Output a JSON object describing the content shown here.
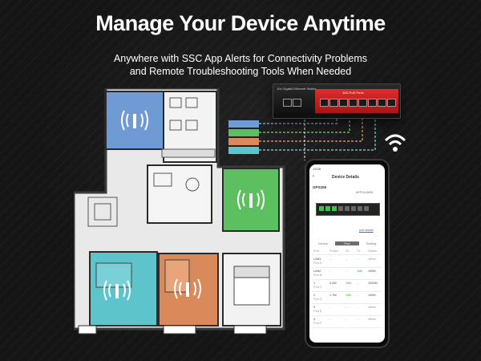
{
  "headline": "Manage Your Device Anytime",
  "subline": {
    "line1": "Anywhere with SSC App Alerts for Connectivity Problems",
    "line2": "and Remote Troubleshooting Tools When Needed"
  },
  "switch": {
    "brand": "10x Gigabit Ethernet Switch",
    "poe_label": "10G PoE Ports"
  },
  "app": {
    "time": "13:05",
    "title": "Device Details",
    "device_name": "GPS208",
    "status": "APP/GUARD",
    "port_details_link": "port details",
    "tabs": [
      "Device",
      "Port",
      "Setting"
    ],
    "table_headers": [
      "Port",
      "Power",
      "Rx",
      "Tx",
      "Status"
    ],
    "rows": [
      {
        "port": "LAN1",
        "sub": "Port A",
        "power": "--",
        "rx": "--",
        "tx": "--",
        "status": "offline"
      },
      {
        "port": "LAN2",
        "sub": "Port B",
        "power": "--",
        "rx": "--",
        "tx": "1Mb",
        "status": "100M"
      },
      {
        "port": "1",
        "sub": "Port C",
        "power": "0.4W",
        "rx": "1Mb",
        "tx": "--",
        "status": "1000M"
      },
      {
        "port": "2",
        "sub": "Port D",
        "power": "1.7W",
        "rx": "1Mb",
        "tx": "--",
        "status": "100M"
      },
      {
        "port": "3",
        "sub": "Port E",
        "power": "--",
        "rx": "--",
        "tx": "--",
        "status": "offline"
      },
      {
        "port": "4",
        "sub": "Port F",
        "power": "--",
        "rx": "--",
        "tx": "--",
        "status": "offline"
      }
    ]
  },
  "colors": {
    "room_blue": "#6f9ad3",
    "room_green": "#5cbf60",
    "room_cyan": "#5ec4cb",
    "room_orange": "#d9895a",
    "switch_red": "#d82424"
  }
}
